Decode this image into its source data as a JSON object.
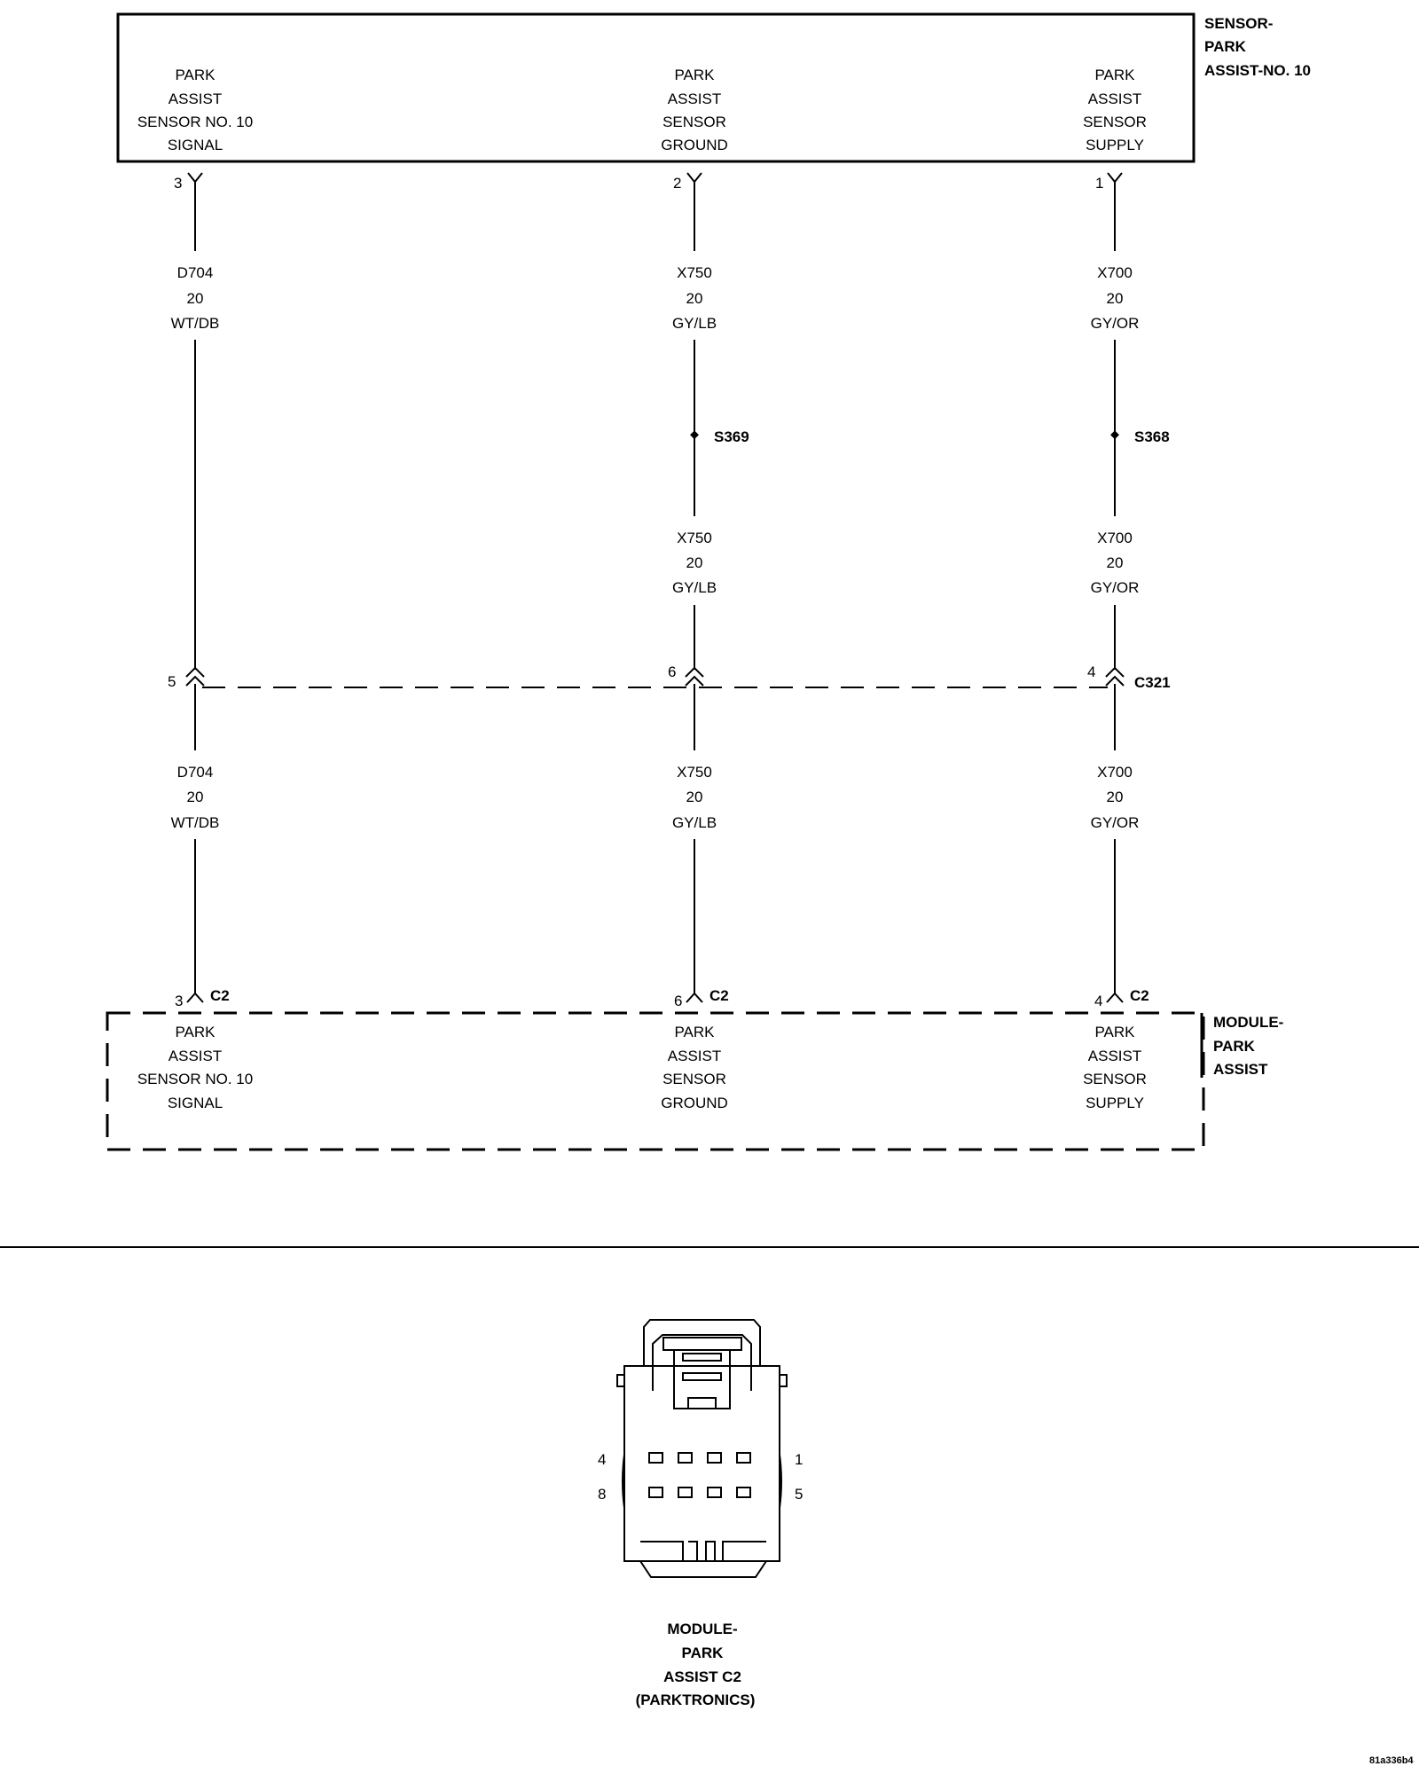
{
  "sensor": {
    "title": [
      "SENSOR-",
      "PARK",
      "ASSIST-NO. 10"
    ],
    "pins": [
      {
        "pin": "3",
        "function": [
          "PARK",
          "ASSIST",
          "SENSOR NO. 10",
          "SIGNAL"
        ]
      },
      {
        "pin": "2",
        "function": [
          "PARK",
          "ASSIST",
          "SENSOR",
          "GROUND"
        ]
      },
      {
        "pin": "1",
        "function": [
          "PARK",
          "ASSIST",
          "SENSOR",
          "SUPPLY"
        ]
      }
    ]
  },
  "circuits_upper": [
    {
      "code": "D704",
      "gauge": "20",
      "color": "WT/DB"
    },
    {
      "code": "X750",
      "gauge": "20",
      "color": "GY/LB"
    },
    {
      "code": "X700",
      "gauge": "20",
      "color": "GY/OR"
    }
  ],
  "splices": [
    {
      "label": "S369"
    },
    {
      "label": "S368"
    }
  ],
  "circuits_after_splice": [
    {
      "code": "X750",
      "gauge": "20",
      "color": "GY/LB"
    },
    {
      "code": "X700",
      "gauge": "20",
      "color": "GY/OR"
    }
  ],
  "inline_connector": {
    "label": "C321",
    "pins": [
      "5",
      "6",
      "4"
    ]
  },
  "circuits_lower": [
    {
      "code": "D704",
      "gauge": "20",
      "color": "WT/DB"
    },
    {
      "code": "X750",
      "gauge": "20",
      "color": "GY/LB"
    },
    {
      "code": "X700",
      "gauge": "20",
      "color": "GY/OR"
    }
  ],
  "module": {
    "title": [
      "MODULE-",
      "PARK",
      "ASSIST"
    ],
    "connector": "C2",
    "pins": [
      {
        "pin": "3",
        "function": [
          "PARK",
          "ASSIST",
          "SENSOR NO. 10",
          "SIGNAL"
        ]
      },
      {
        "pin": "6",
        "function": [
          "PARK",
          "ASSIST",
          "SENSOR",
          "GROUND"
        ]
      },
      {
        "pin": "4",
        "function": [
          "PARK",
          "ASSIST",
          "SENSOR",
          "SUPPLY"
        ]
      }
    ]
  },
  "connector_view": {
    "pin_labels": {
      "top_left": "4",
      "top_right": "1",
      "bottom_left": "8",
      "bottom_right": "5"
    },
    "caption": [
      "MODULE-",
      "PARK",
      "ASSIST C2",
      "(PARKTRONICS)"
    ]
  },
  "figure_id": "81a336b4"
}
